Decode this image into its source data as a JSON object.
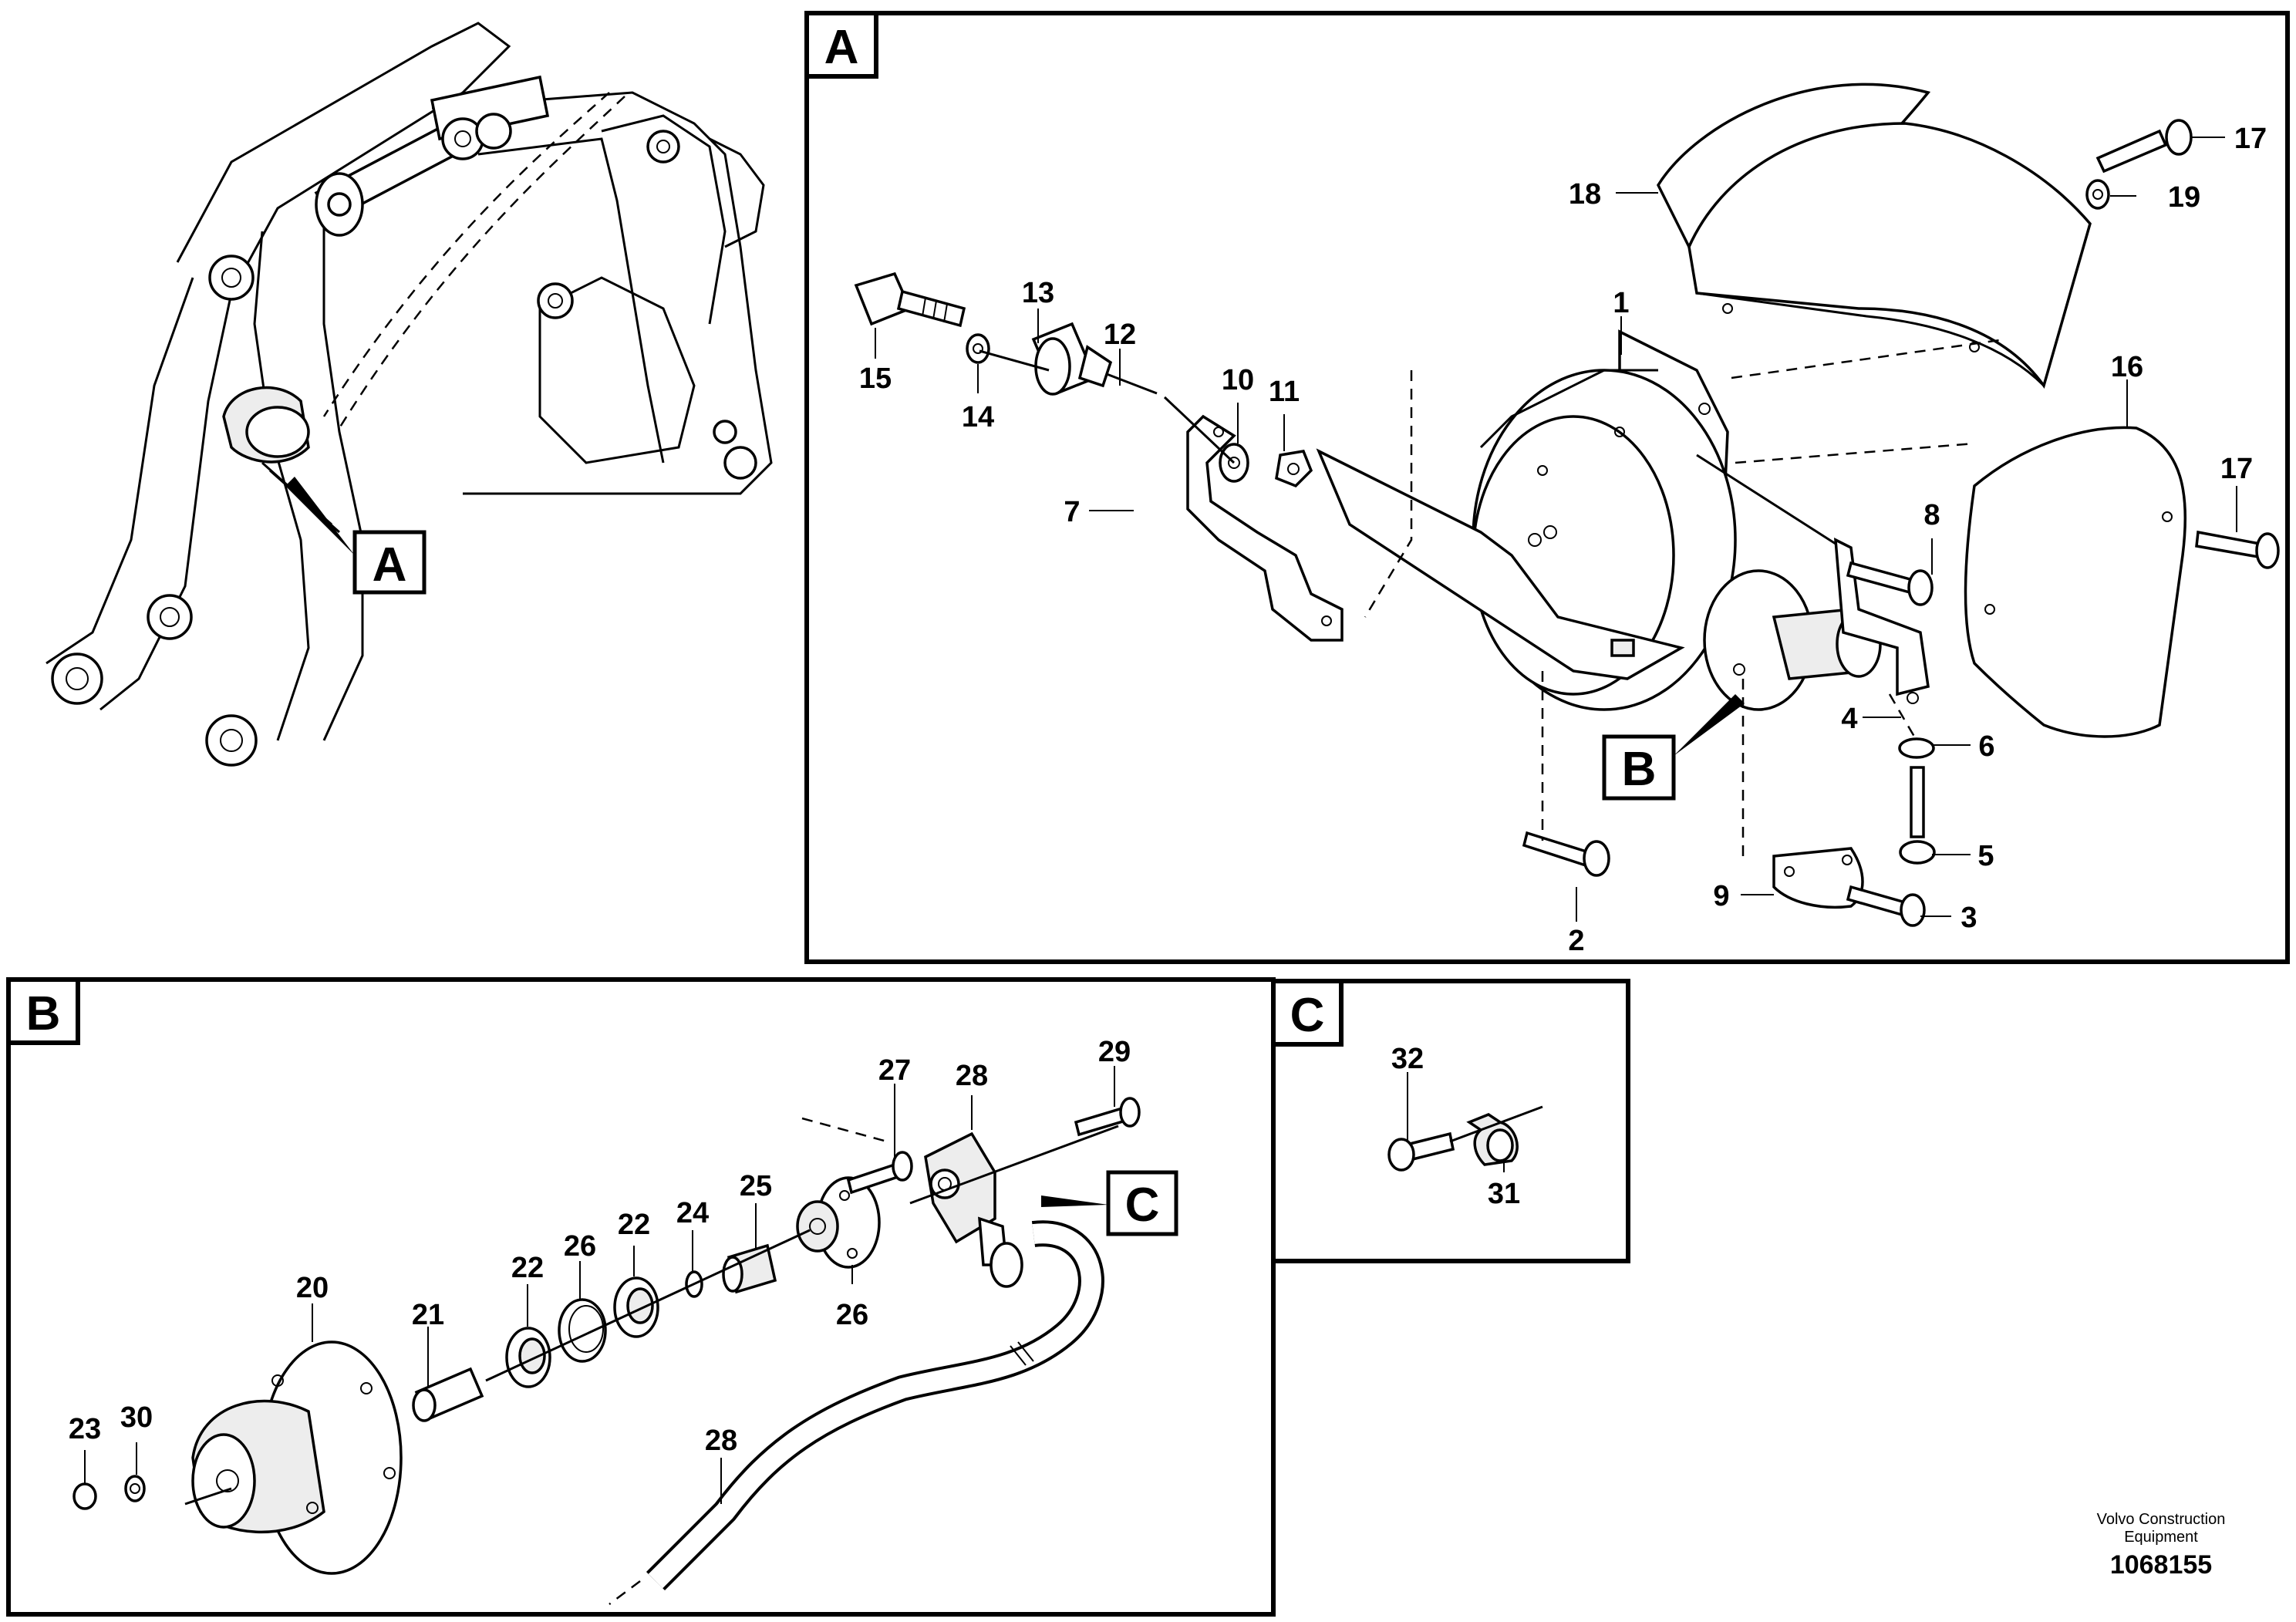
{
  "panels": {
    "A": {
      "badge": "A"
    },
    "B": {
      "badge": "B"
    },
    "C": {
      "badge": "C"
    }
  },
  "overview": {
    "callout": "A"
  },
  "callouts": {
    "B": "B",
    "C": "C"
  },
  "labels": {
    "a1": "1",
    "a2": "2",
    "a3": "3",
    "a4": "4",
    "a5": "5",
    "a6": "6",
    "a7": "7",
    "a8": "8",
    "a9": "9",
    "a10": "10",
    "a11": "11",
    "a12": "12",
    "a13": "13",
    "a14": "14",
    "a15": "15",
    "a16": "16",
    "a17a": "17",
    "a17b": "17",
    "a18": "18",
    "a19": "19",
    "b20": "20",
    "b21": "21",
    "b22a": "22",
    "b22b": "22",
    "b23": "23",
    "b24": "24",
    "b25": "25",
    "b26a": "26",
    "b26b": "26",
    "b27": "27",
    "b28a": "28",
    "b28b": "28",
    "b29": "29",
    "b30": "30",
    "c31": "31",
    "c32": "32"
  },
  "footer": {
    "company_line1": "Volvo Construction",
    "company_line2": "Equipment",
    "drawing_number": "1068155"
  }
}
